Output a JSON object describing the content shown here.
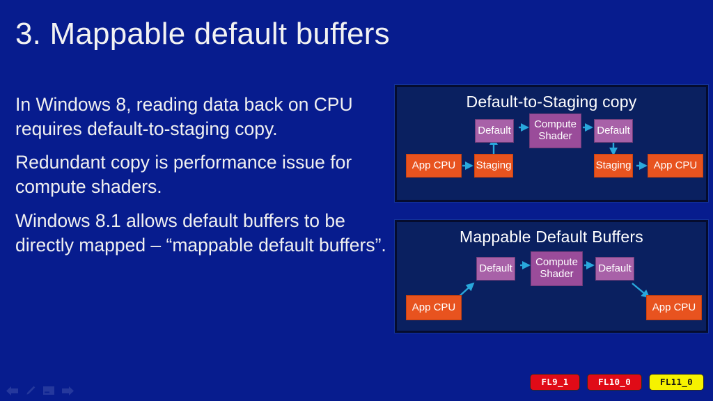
{
  "slide": {
    "title": "3. Mappable default buffers",
    "paragraphs": [
      "In Windows 8, reading data back on CPU requires default-to-staging copy.",
      "Redundant copy is performance issue for compute shaders.",
      "Windows 8.1 allows default buffers to be directly mapped – “mappable default buffers”."
    ],
    "background_color": "#071C8E",
    "text_color": "#F0F0F0"
  },
  "diagrams": {
    "top": {
      "title": "Default-to-Staging copy",
      "nodes": {
        "app_cpu_left": "App CPU",
        "staging_left": "Staging",
        "default_left": "Default",
        "compute_shader": "Compute Shader",
        "compute_shader_line1": "Compute",
        "compute_shader_line2": "Shader",
        "default_right": "Default",
        "staging_right": "Staging",
        "app_cpu_right": "App CPU"
      },
      "flow": [
        "App CPU -> Staging",
        "Staging -> Default",
        "Default -> Compute Shader",
        "Compute Shader -> Default",
        "Default -> Staging",
        "Staging -> App CPU"
      ]
    },
    "bottom": {
      "title": "Mappable Default Buffers",
      "nodes": {
        "app_cpu_left": "App CPU",
        "default_left": "Default",
        "compute_shader": "Compute Shader",
        "compute_shader_line1": "Compute",
        "compute_shader_line2": "Shader",
        "default_right": "Default",
        "app_cpu_right": "App CPU"
      },
      "flow": [
        "App CPU -> Default",
        "Default -> Compute Shader",
        "Compute Shader -> Default",
        "Default -> App CPU"
      ]
    },
    "colors": {
      "panel_fill": "#0A2060",
      "panel_border": "#050C2E",
      "buffer_purple": "#A861A8",
      "shader_purple": "#9A4C9A",
      "cpu_orange": "#E8531F",
      "arrow_cyan": "#29A8DC"
    }
  },
  "feature_levels": [
    {
      "label": "FL9_1",
      "style": "red",
      "bg": "#E00B17",
      "fg": "#FFFFFF"
    },
    {
      "label": "FL10_0",
      "style": "red",
      "bg": "#E00B17",
      "fg": "#FFFFFF"
    },
    {
      "label": "FL11_0",
      "style": "yellow",
      "bg": "#F6F200",
      "fg": "#141414"
    }
  ],
  "nav_icons": [
    {
      "name": "previous-slide-icon"
    },
    {
      "name": "pen-icon"
    },
    {
      "name": "slide-menu-icon"
    },
    {
      "name": "next-slide-icon"
    }
  ]
}
